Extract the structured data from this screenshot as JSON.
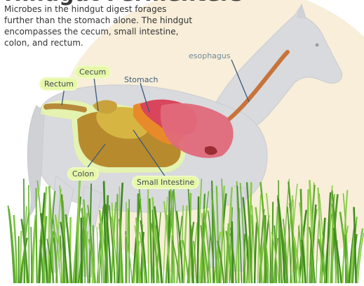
{
  "title": "Hindgut Fermenters",
  "intro_lines": [
    "Microbes in the hindgut digest forages",
    "further than the stomach alone. The hindgut",
    "encompasses the cecum, small intestine,",
    "colon, and rectum."
  ],
  "labels": {
    "esophagus": "esophagus",
    "stomach": "Stomach",
    "cecum": "Cecum",
    "rectum": "Rectum",
    "colon": "Colon",
    "small_intestine": "Small Intestine"
  },
  "colors": {
    "background_circle": "#f7ecd6",
    "horse_body": "#d7d9dc",
    "highlight": "#e6f7a8",
    "stomach": "#d9455a",
    "colon": "#b88a2e",
    "esophagus": "#c8733a",
    "grass": "#5ea82e"
  }
}
